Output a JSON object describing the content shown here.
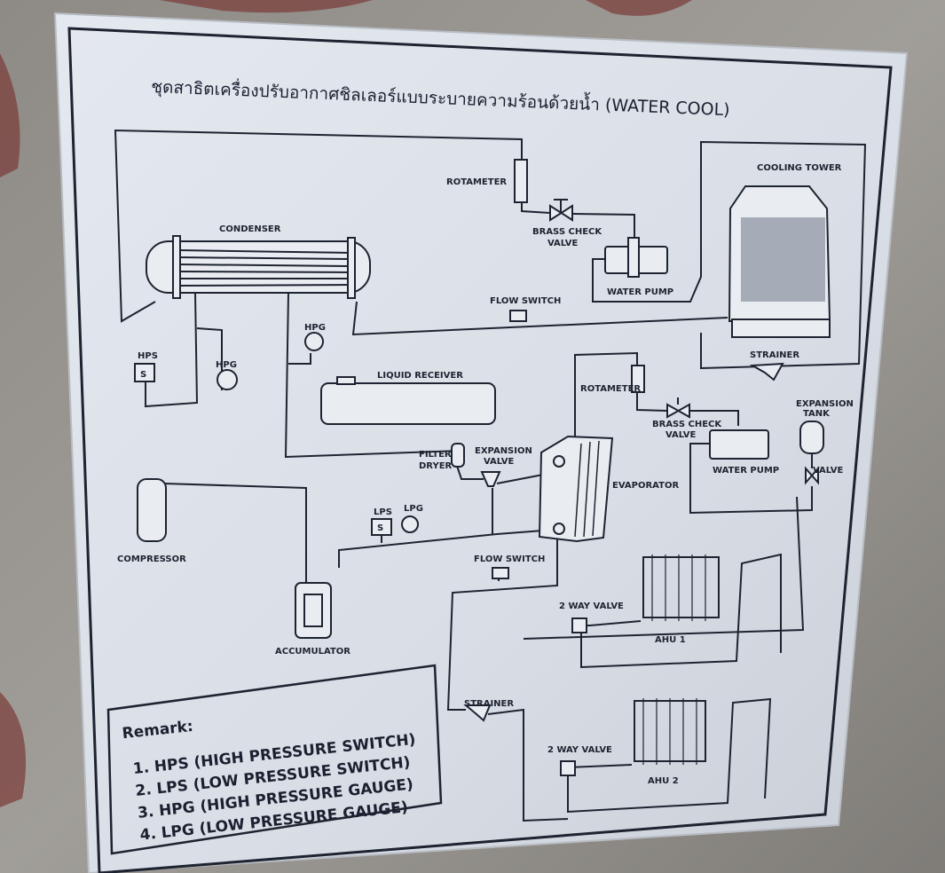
{
  "title": "ชุดสาธิตเครื่องปรับอากาศชิลเลอร์แบบระบายความร้อนด้วยน้ำ (WATER COOL)",
  "labels": {
    "rotameter_top": "ROTAMETER",
    "brass_check_valve_top_1": "BRASS CHECK",
    "brass_check_valve_top_2": "VALVE",
    "cooling_tower": "COOLING TOWER",
    "condenser": "CONDENSER",
    "water_pump_top": "WATER PUMP",
    "flow_switch_top": "FLOW SWITCH",
    "hpg_1": "HPG",
    "hps": "HPS",
    "hpg_2": "HPG",
    "strainer_top": "STRAINER",
    "liquid_receiver": "LIQUID RECEIVER",
    "rotameter_bottom": "ROTAMETER",
    "expansion_tank_1": "EXPANSION",
    "expansion_tank_2": "TANK",
    "brass_check_valve_bottom_1": "BRASS CHECK",
    "brass_check_valve_bottom_2": "VALVE",
    "filter_dryer_1": "FILTER",
    "filter_dryer_2": "DRYER",
    "expansion_valve_1": "EXPANSION",
    "expansion_valve_2": "VALVE",
    "evaporator": "EVAPORATOR",
    "water_pump_bottom": "WATER PUMP",
    "valve": "VALVE",
    "lps": "LPS",
    "lpg": "LPG",
    "compressor": "COMPRESSOR",
    "flow_switch_bottom": "FLOW SWITCH",
    "two_way_valve_1": "2 WAY VALVE",
    "ahu1": "AHU 1",
    "accumulator": "ACCUMULATOR",
    "strainer_bottom": "STRAINER",
    "two_way_valve_2": "2 WAY VALVE",
    "ahu2": "AHU 2",
    "switch_symbol": "S"
  },
  "remark": {
    "heading": "Remark:",
    "items": [
      "1. HPS (HIGH PRESSURE SWITCH)",
      "2. LPS (LOW PRESSURE SWITCH)",
      "3. HPG (HIGH PRESSURE GAUGE)",
      "4. LPG (LOW PRESSURE GAUGE)"
    ]
  }
}
